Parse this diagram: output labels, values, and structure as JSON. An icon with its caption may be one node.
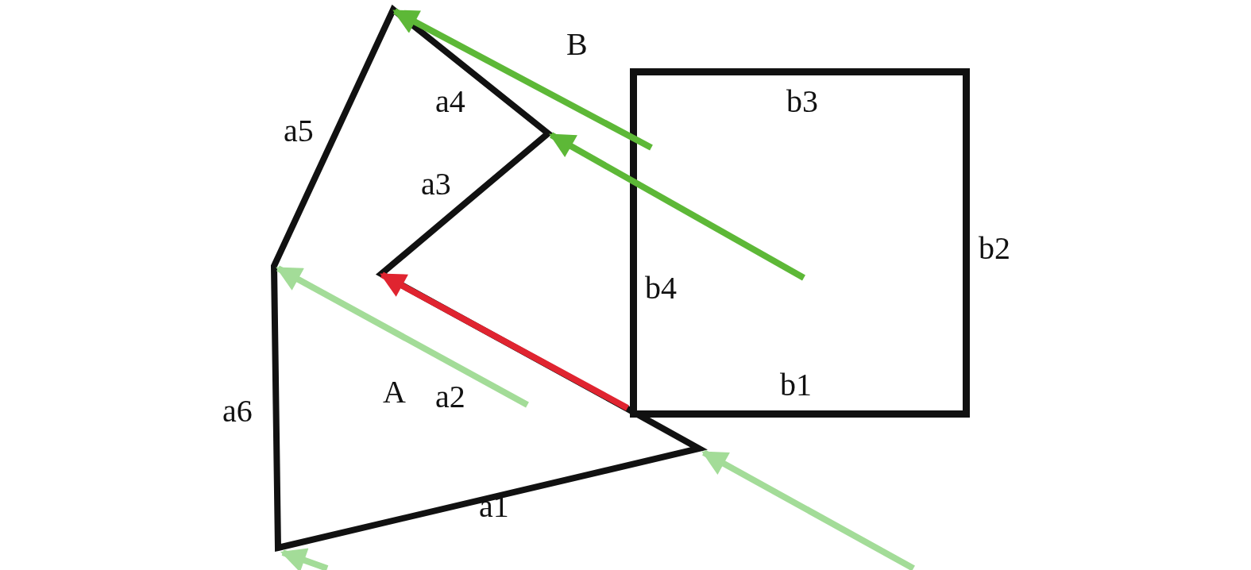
{
  "diagram": {
    "nodes": [
      {
        "text": [
          "A"
        ]
      },
      {
        "text": [
          "B"
        ]
      }
    ],
    "edges": [
      {
        "from": null,
        "to": 0,
        "arrow": "to"
      },
      {
        "from": null,
        "to": 0,
        "arrow": "to"
      },
      {
        "from": null,
        "to": 0,
        "arrow": "to"
      },
      {
        "from": 1,
        "to": 0,
        "arrow": "to",
        "color": "#5db837"
      },
      {
        "from": 1,
        "to": 0,
        "arrow": "to",
        "color": "#5db837"
      },
      {
        "from": 1,
        "to": 0,
        "arrow": "to",
        "color": "#e02430"
      }
    ],
    "labels": [
      "a4",
      "b3",
      "a5",
      "a3",
      "b2",
      "b4",
      "a2",
      "b1",
      "a6",
      "a1"
    ]
  }
}
